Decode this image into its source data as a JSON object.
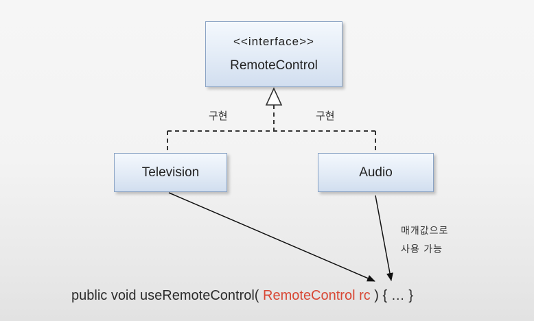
{
  "diagram": {
    "interface_box": {
      "stereotype": "<<interface>>",
      "name": "RemoteControl"
    },
    "class_television": "Television",
    "class_audio": "Audio",
    "label_implements_left": "구현",
    "label_implements_right": "구현",
    "note_line1": "매개값으로",
    "note_line2": "사용 가능"
  },
  "code": {
    "prefix": "public void useRemoteControl( ",
    "param": "RemoteControl rc",
    "suffix": " ) { … }"
  },
  "colors": {
    "box_border": "#8aa3c4",
    "box_fill": "#e2ebf6",
    "highlight": "#d84734"
  }
}
